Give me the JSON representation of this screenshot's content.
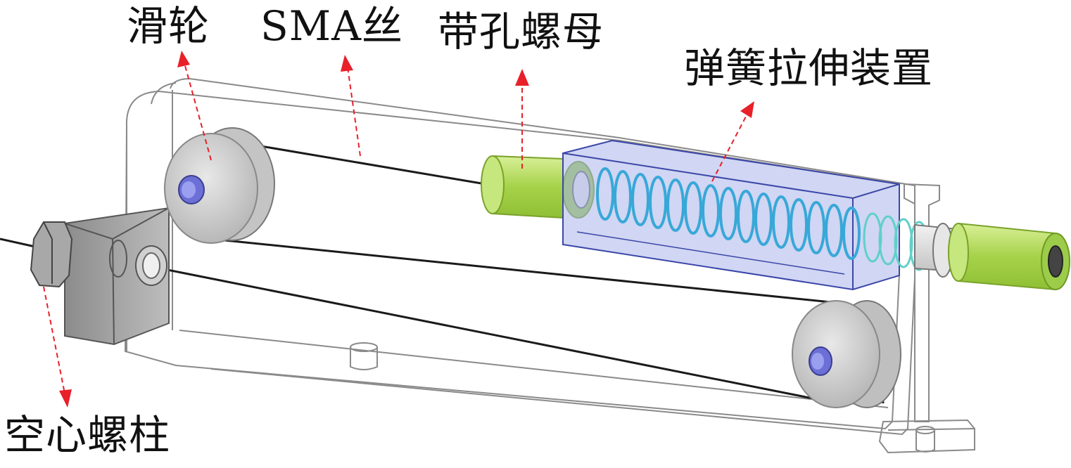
{
  "labels": {
    "pulley": "滑轮",
    "sma_wire": "SMA丝",
    "nut_with_hole": "带孔螺母",
    "spring_stretch_device": "弹簧拉伸装置",
    "hollow_bolt": "空心螺柱"
  },
  "colors": {
    "arrow": "#e8202a",
    "frame": "#8a8a8a",
    "wire": "#1a1a1a",
    "pulley": "#cfcfcf",
    "nut": "#b8dc6a",
    "spring": "#38a8d8",
    "housing": "#aab4ea",
    "hub": "#6b6fd6",
    "block": "#9c9c9c"
  }
}
